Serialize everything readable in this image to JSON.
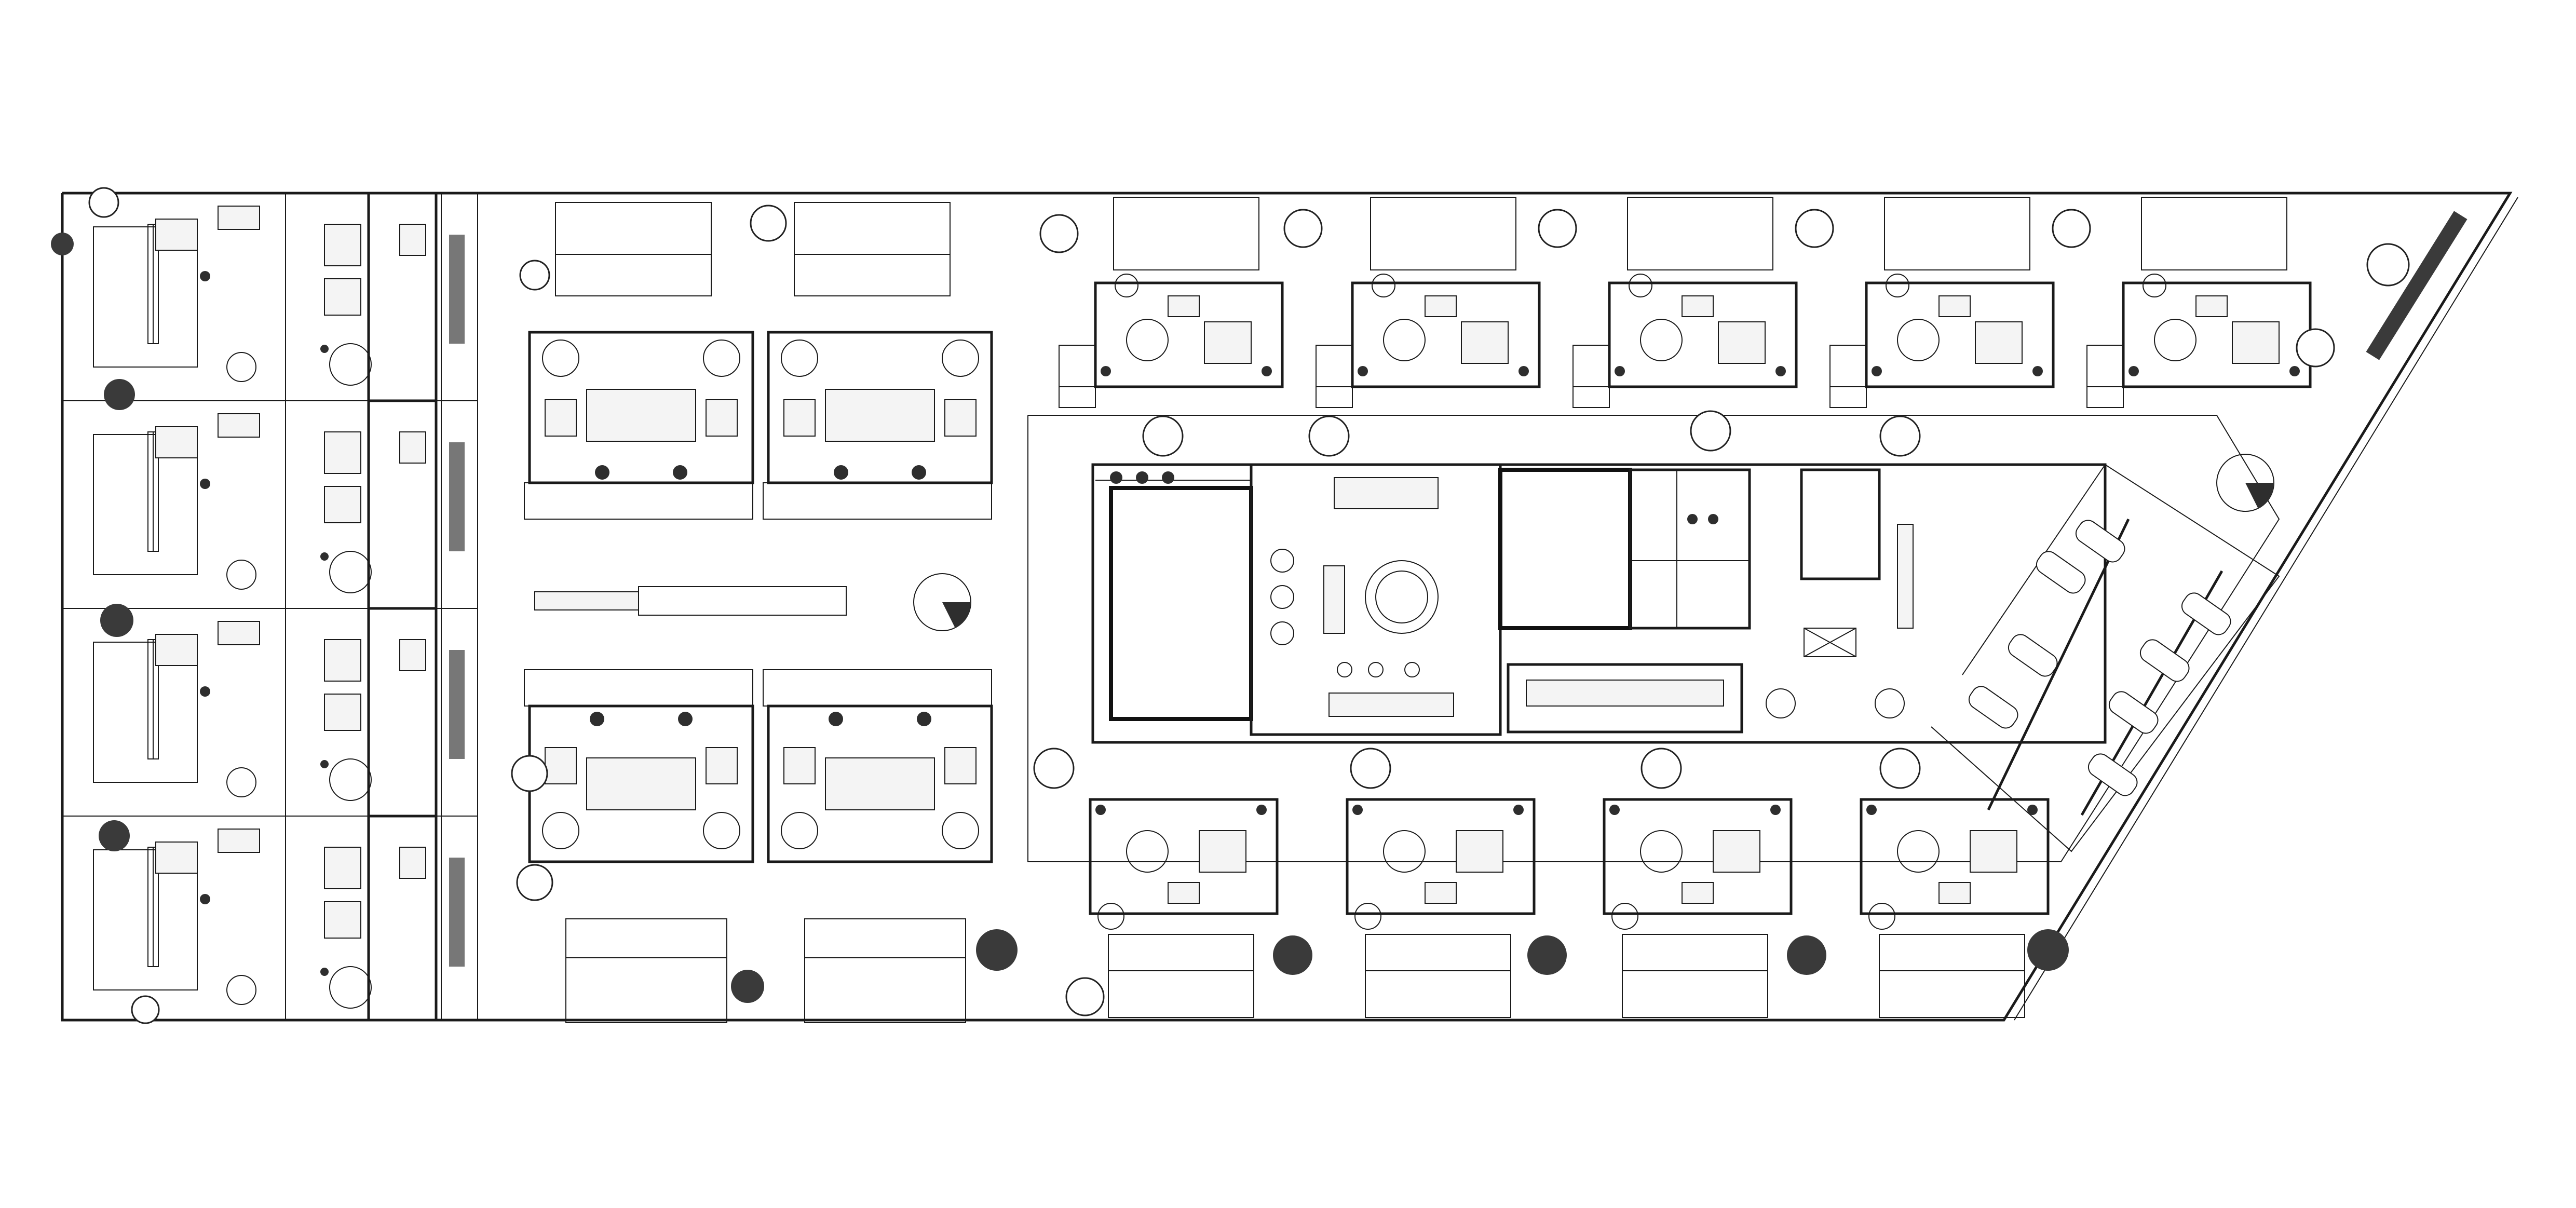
{
  "drawing": {
    "type": "architectural site plan",
    "style": "black line drawing on white",
    "colors": {
      "background": "#ffffff",
      "line": "#1a1a1a",
      "fill": "#2e2e2e"
    }
  },
  "zones": {
    "west_row_houses": {
      "count": 4
    },
    "north_villas": {
      "count": 2
    },
    "south_villas": {
      "count": 2
    },
    "north_units": {
      "count": 5
    },
    "south_units": {
      "count": 4
    },
    "clubhouse": {
      "pool": 1,
      "lounge": 1,
      "restrooms": 1,
      "lobby": 1
    },
    "parking": {
      "cars": 8
    }
  },
  "labels": {}
}
